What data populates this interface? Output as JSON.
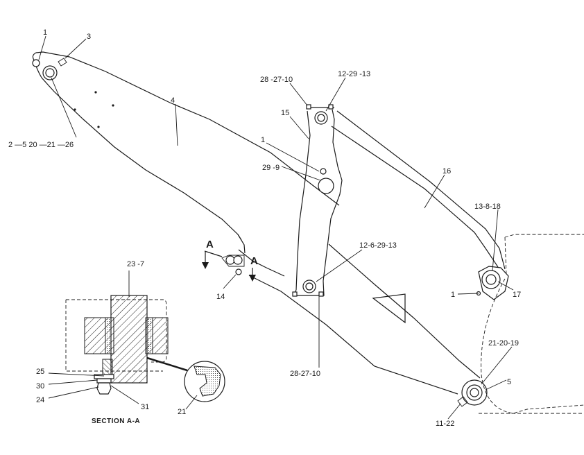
{
  "labels": {
    "l1_top": "1",
    "l3": "3",
    "l4": "4",
    "l_2_5_20_21_26": "2 —5  20  —21 —26",
    "l_28_27_10_top": "28 -27-10",
    "l_12_29_13": "12-29 -13",
    "l15": "15",
    "l1_mid": "1",
    "l_29_9": "29 -9",
    "l16": "16",
    "l_13_8_18": "13-8-18",
    "l17": "17",
    "l1_right": "1",
    "l_12_6_29_13": "12-6-29-13",
    "l14": "14",
    "l_28_27_10_bot": "28-27-10",
    "l_21_20_19": "21-20-19",
    "l5": "5",
    "l_11_22": "11-22",
    "l_23_7": "23  -7",
    "l25": "25",
    "l30": "30",
    "l24": "24",
    "l31": "31",
    "l21": "21",
    "sectionA_left": "A",
    "sectionA_right": "A",
    "section_caption": "SECTION  A-A"
  }
}
